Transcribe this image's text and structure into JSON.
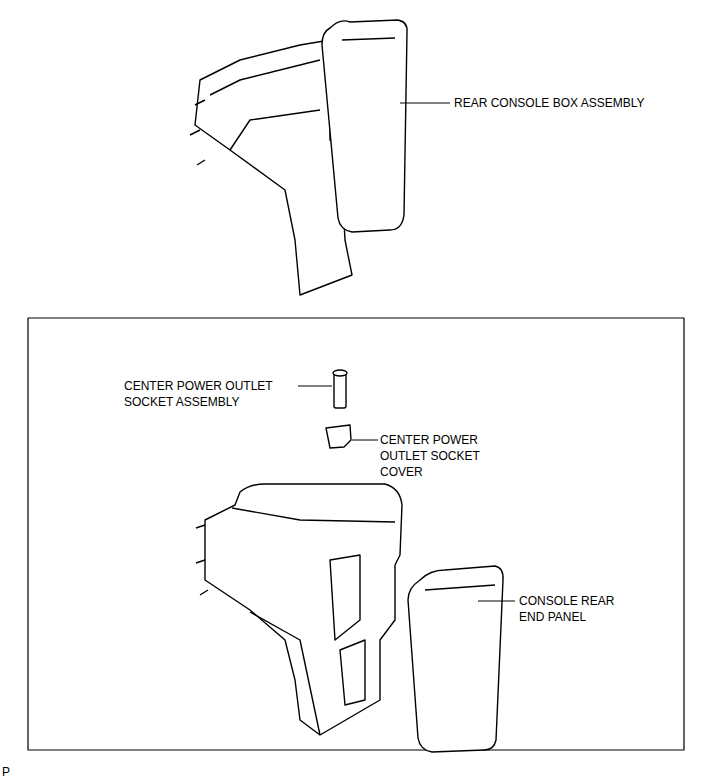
{
  "diagram": {
    "labels": [
      "REAR CONSOLE BOX ASSEMBLY",
      "CENTER POWER OUTLET SOCKET ASSEMBLY",
      "CENTER POWER OUTLET SOCKET COVER",
      "CONSOLE REAR END PANEL",
      "P"
    ]
  }
}
